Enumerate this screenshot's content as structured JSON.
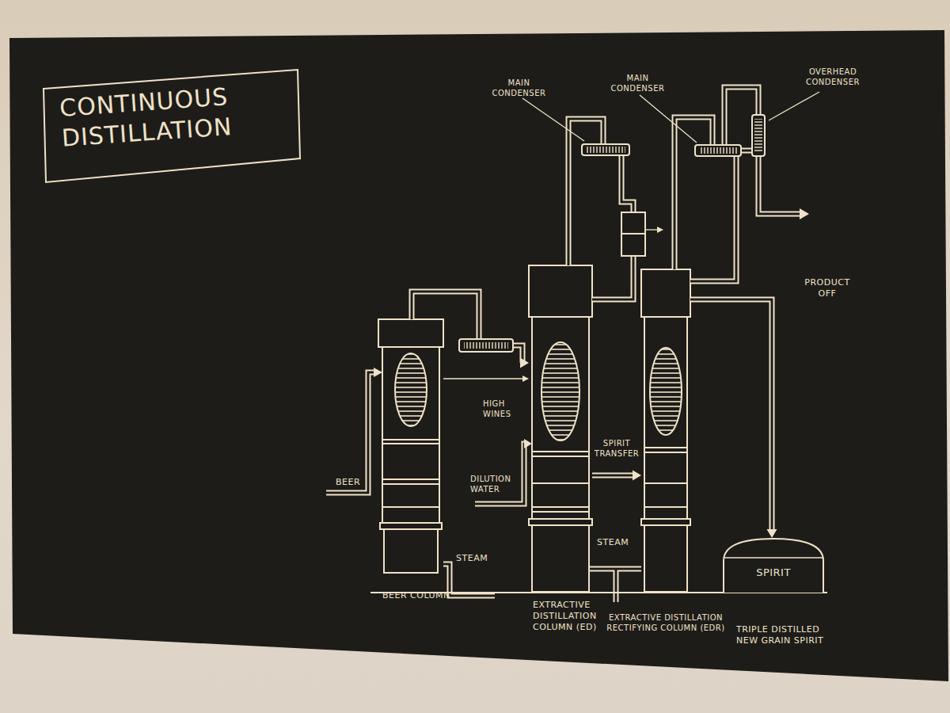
{
  "diagram": {
    "title": "CONTINUOUS DISTILLATION",
    "nodes": [
      {
        "text": [
          "BEER COLUMN"
        ]
      },
      {
        "text": [
          "EXTRACTIVE DISTILLATION COLUMN (ED)"
        ]
      },
      {
        "text": [
          "EXTRACTIVE DISTILLATION RECTIFYING COLUMN (EDR)"
        ]
      },
      {
        "text": [
          "SPIRIT",
          "TRIPLE DISTILLED NEW GRAIN SPIRIT"
        ]
      }
    ],
    "edges": [
      {
        "from": 0,
        "to": 1,
        "arrow": "to",
        "label": "HIGH WINES"
      },
      {
        "from": 1,
        "to": 2,
        "arrow": "to",
        "label": "SPIRIT TRANSFER"
      },
      {
        "from": 2,
        "to": 3,
        "arrow": "to",
        "label": "PRODUCT OFF"
      }
    ],
    "labels": [
      "MAIN CONDENSER",
      "MAIN CONDENSER",
      "OVERHEAD CONDENSER",
      "BEER",
      "DILUTION WATER",
      "STEAM",
      "STEAM"
    ]
  }
}
